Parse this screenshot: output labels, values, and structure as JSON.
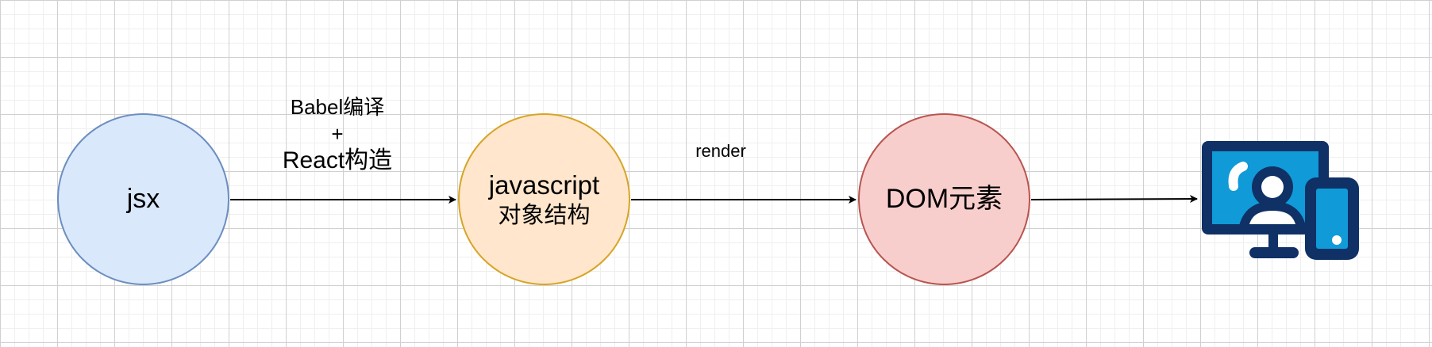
{
  "diagram": {
    "title": "JSX rendering flow",
    "nodes": [
      {
        "id": "jsx",
        "lines": [
          "jsx"
        ],
        "fill": "#dae8fc",
        "stroke": "#6c8ebf"
      },
      {
        "id": "js-object",
        "lines": [
          "javascript",
          "对象结构"
        ],
        "fill": "#ffe6cc",
        "stroke": "#d6a526"
      },
      {
        "id": "dom",
        "lines": [
          "DOM元素"
        ],
        "fill": "#f8cecc",
        "stroke": "#b85450"
      },
      {
        "id": "device",
        "icon": "computer-user-mobile-icon",
        "colors": {
          "dark": "#0f3166",
          "light": "#109ad8",
          "white": "#ffffff"
        }
      }
    ],
    "edges": [
      {
        "from": "jsx",
        "to": "js-object",
        "label_lines": [
          "Babel编译",
          "+",
          "React构造"
        ]
      },
      {
        "from": "js-object",
        "to": "dom",
        "label_lines": [
          "render"
        ]
      },
      {
        "from": "dom",
        "to": "device",
        "label_lines": []
      }
    ]
  }
}
